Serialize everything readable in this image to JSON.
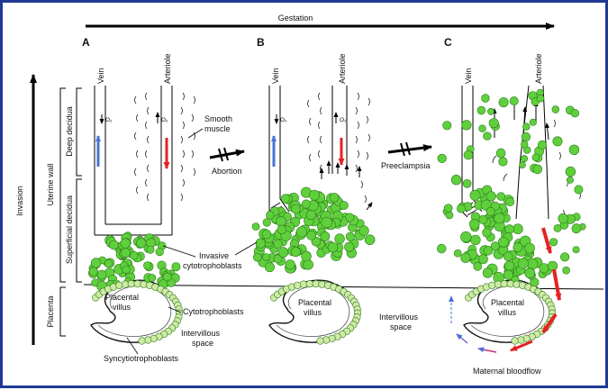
{
  "header": {
    "gestation": "Gestation",
    "invasion": "Invasion"
  },
  "panels": {
    "a": "A",
    "b": "B",
    "c": "C"
  },
  "layers": {
    "uterine_wall": "Uterine wall",
    "deep_decidua": "Deep decidua",
    "superficial_decidua": "Superficial decidua",
    "placenta": "Placenta"
  },
  "vessels": {
    "vein": "Vein",
    "arteriole": "Arteriole",
    "o2": "O₂"
  },
  "transitions": {
    "abortion": "Abortion",
    "preeclampsia": "Preeclampsia"
  },
  "labels": {
    "smooth_muscle_1": "Smooth",
    "smooth_muscle_2": "muscle",
    "invasive_1": "Invasive",
    "invasive_2": "cytotrophoblasts",
    "placental_1": "Placental",
    "placental_2": "villus",
    "cytotrophoblasts": "Cytotrophoblasts",
    "intervillous_1": "Intervillous",
    "intervillous_2": "space",
    "syncytiotrophoblasts": "Syncytiotrophoblasts",
    "maternal_bloodflow": "Maternal bloodflow"
  },
  "colors": {
    "frame": "#1f3a93",
    "cell_fill": "#5fd03c",
    "cell_stroke": "#2f7a1c",
    "light_cell_fill": "#cfeaa6",
    "arrow_blue": "#4a72d8",
    "arrow_red": "#e52222"
  }
}
